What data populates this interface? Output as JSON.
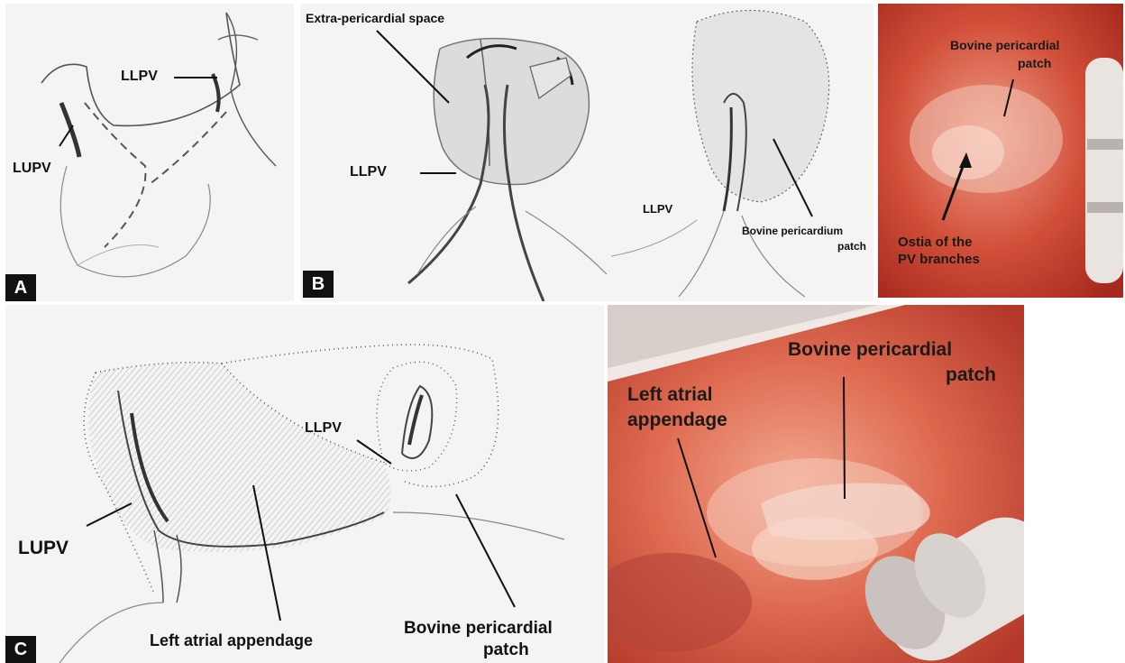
{
  "panels": {
    "a": {
      "badge": "A",
      "labels": {
        "llpv": "LLPV",
        "lupv": "LUPV"
      }
    },
    "b": {
      "badge": "B",
      "labels": {
        "extra_pericardial_space": "Extra-pericardial space",
        "llpv_left": "LLPV",
        "llpv_right": "LLPV",
        "bovine_pericardium_patch_line1": "Bovine pericardium",
        "bovine_pericardium_patch_line2": "patch"
      }
    },
    "b_photo": {
      "labels": {
        "bovine_pericardial_patch_line1": "Bovine pericardial",
        "bovine_pericardial_patch_line2": "patch",
        "ostia_line1": "Ostia of the",
        "ostia_line2": "PV branches"
      }
    },
    "c": {
      "badge": "C",
      "labels": {
        "llpv": "LLPV",
        "lupv": "LUPV",
        "left_atrial_appendage": "Left atrial appendage",
        "bovine_pericardial_patch_line1": "Bovine pericardial",
        "bovine_pericardial_patch_line2": "patch"
      }
    },
    "c_photo": {
      "labels": {
        "bovine_pericardial_patch_line1": "Bovine pericardial",
        "bovine_pericardial_patch_line2": "patch",
        "left_atrial_appendage_line1": "Left atrial",
        "left_atrial_appendage_line2": "appendage"
      }
    }
  },
  "colors": {
    "sketch_bg": "#f4f4f2",
    "photo_red": "#c0392b",
    "badge": "#111111"
  }
}
